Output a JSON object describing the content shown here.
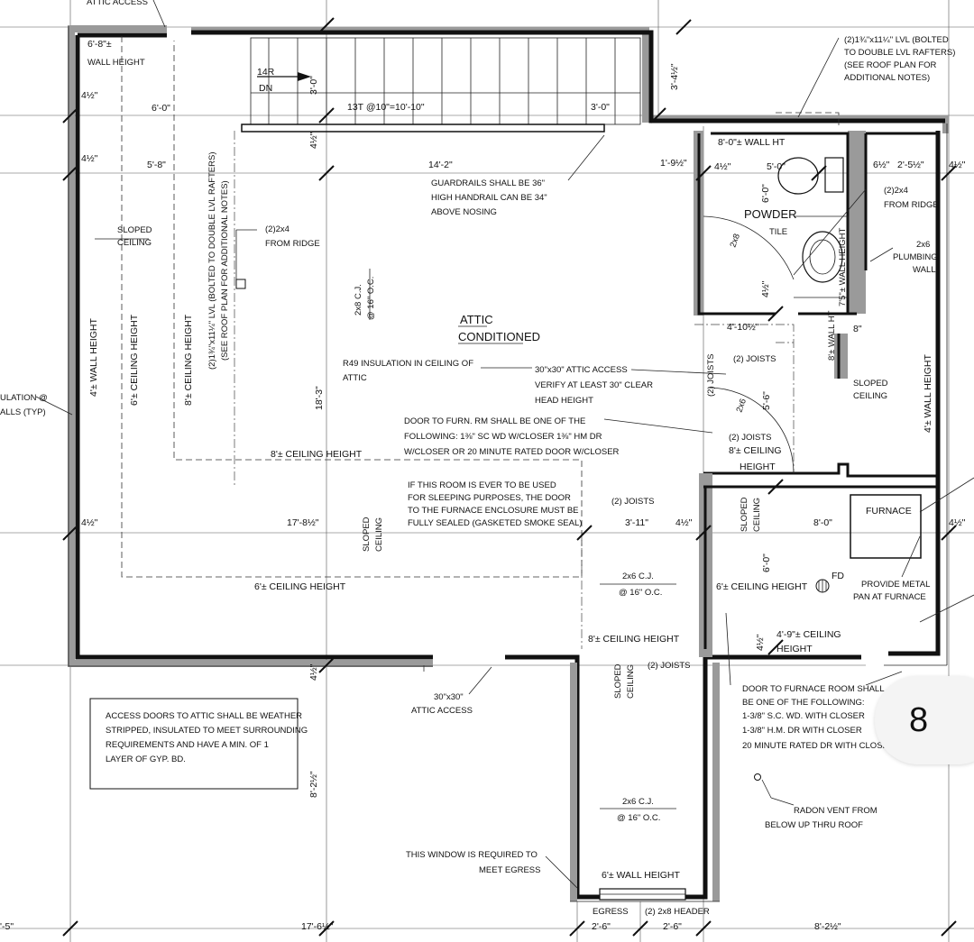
{
  "page_badge": "8",
  "labels": {
    "attic_access_top": "ATTIC ACCESS",
    "wall_height_68": "6'-8\"±",
    "wall_height_68b": "WALL HEIGHT",
    "stair_14r": "14R",
    "stair_dn": "DN",
    "stair_3_0": "3'-0\"",
    "stair_13t": "13T @10\"=10'-10\"",
    "dim_6_0_top": "6'-0\"",
    "dim_3_0_top": "3'-0\"",
    "dim_3_4_5": "3'-4½\"",
    "lvl_note_1": "(2)1¾\"x11¼\" LVL (BOLTED",
    "lvl_note_2": "TO DOUBLE LVL RAFTERS)",
    "lvl_note_3": "(SEE ROOF PLAN FOR",
    "lvl_note_4": "ADDITIONAL NOTES)",
    "dim_4_5_left": "4½\"",
    "dim_4_5_left2": "4½\"",
    "dim_5_8": "5'-8\"",
    "dim_14_2": "14'-2\"",
    "dim_1_9_5": "1'-9½\"",
    "wall_ht_8": "8'-0\"± WALL HT",
    "dim_4_5_pw": "4½\"",
    "dim_5_0": "5'-0\"",
    "dim_6_2": "6½\"",
    "dim_2_5": "2'-5½\"",
    "dim_4_5_r": "4½\"",
    "guardrails_1": "GUARDRAILS SHALL BE 36\"",
    "guardrails_2": "HIGH HANDRAIL CAN BE 34\"",
    "guardrails_3": "ABOVE NOSING",
    "ridge_2x4_right_1": "(2)2x4",
    "ridge_2x4_right_2": "FROM RIDGE",
    "powder": "POWDER",
    "tile": "TILE",
    "sloped_ceiling_left_1": "SLOPED",
    "sloped_ceiling_left_2": "CEILING",
    "ridge_2x4_left_1": "(2)2x4",
    "ridge_2x4_left_2": "FROM RIDGE",
    "plumbing_1": "2x6",
    "plumbing_2": "PLUMBING",
    "plumbing_3": "WALL",
    "vertical_lvl_1": "(2)1¾\"x11¼\" LVL (BOLTED TO DOUBLE LVL RAFTERS)",
    "vertical_lvl_2": "(SEE ROOF PLAN FOR ADDITIONAL NOTES)",
    "cj_2x8": "2x8 C.J.",
    "cj_2x8_oc": "@ 16\" O.C.",
    "attic": "ATTIC",
    "conditioned": "CONDITIONED",
    "wall_4_height_left": "4'± WALL HEIGHT",
    "ceiling_6_left": "6'± CEILING HEIGHT",
    "ceiling_8_left": "8'± CEILING HEIGHT",
    "dim_4_10": "4'-10½\"",
    "wall_ht_8_small": "8'± WALL HT",
    "dim_8": "8\"",
    "r49_1": "R49 INSULATION IN CEILING OF",
    "r49_2": "ATTIC",
    "attic_access_30_1": "30\"x30\" ATTIC ACCESS",
    "attic_access_30_2": "VERIFY AT LEAST 30\" CLEAR",
    "attic_access_30_3": "HEAD HEIGHT",
    "joists_2_v": "(2) JOISTS",
    "joists_2_a": "(2) JOISTS",
    "dim_18_3": "18'-3\"",
    "dim_5_6": "5'-6\"",
    "sloped_ceiling_right_1": "SLOPED",
    "sloped_ceiling_right_2": "CEILING",
    "wall_4_height_right": "4'± WALL HEIGHT",
    "insulation_1": "ULATION @",
    "insulation_2": "ALLS (TYP)",
    "door_furn_1": "DOOR TO FURN. RM SHALL BE ONE OF THE",
    "door_furn_2": "FOLLOWING: 1⅜\" SC WD W/CLOSER 1⅜\" HM DR",
    "door_furn_3": "W/CLOSER OR 20 MINUTE RATED DOOR W/CLOSER",
    "joists_2_b": "(2) JOISTS",
    "ceiling_8_mid": "8'± CEILING",
    "height_mid": "HEIGHT",
    "ceiling_8_attic": "8'± CEILING HEIGHT",
    "sleeping_1": "IF THIS ROOM IS EVER TO BE USED",
    "sleeping_2": "FOR SLEEPING PURPOSES, THE DOOR",
    "sleeping_3": "TO THE FURNACE ENCLOSURE MUST BE",
    "sleeping_4": "FULLY SEALED (GASKETED SMOKE SEAL)",
    "joists_2_c": "(2) JOISTS",
    "dim_3_11": "3'-11\"",
    "dim_4_5_f": "4½\"",
    "sloped_ceiling_f_1": "SLOPED",
    "sloped_ceiling_f_2": "CEILING",
    "furnace": "FURNACE",
    "dim_4_5_left3": "4½\"",
    "dim_17_8": "17'-8½\"",
    "sloped_ceiling_mid_1": "SLOPED",
    "sloped_ceiling_mid_2": "CEILING",
    "dim_8_0": "8'-0\"",
    "dim_4_5_fr": "4½\"",
    "dim_6_0_f": "6'-0\"",
    "cj_2x6_a": "2x6 C.J.",
    "cj_2x6_a_oc": "@ 16\" O.C.",
    "fd": "FD",
    "metal_pan_1": "PROVIDE METAL",
    "metal_pan_2": "PAN AT FURNACE",
    "ceiling_6_bottom": "6'± CEILING HEIGHT",
    "ceiling_6_f": "6'± CEILING HEIGHT",
    "ceiling_4_9_1": "4'-9\"± CEILING",
    "ceiling_4_9_2": "HEIGHT",
    "ceiling_8_hall": "8'± CEILING HEIGHT",
    "joists_2_d": "(2) JOISTS",
    "sloped_ceiling_hall_1": "SLOPED",
    "sloped_ceiling_hall_2": "CEILING",
    "dim_4_5_b": "4½\"",
    "dim_4_5_b2": "4½\"",
    "attic_access_bottom_1": "30\"x30\"",
    "attic_access_bottom_2": "ATTIC ACCESS",
    "door_furnace_1": "DOOR TO FURNACE ROOM SHALL",
    "door_furnace_2": "BE ONE OF THE FOLLOWING:",
    "door_furnace_3": "1-3/8\" S.C. WD. WITH CLOSER",
    "door_furnace_4": "1-3/8\" H.M. DR WITH CLOSER",
    "door_furnace_5": "20 MINUTE RATED DR WITH CLOSE",
    "access_doors_1": "ACCESS DOORS TO ATTIC SHALL BE WEATHER",
    "access_doors_2": "STRIPPED, INSULATED TO MEET SURROUNDING",
    "access_doors_3": "REQUIREMENTS AND HAVE A MIN. OF 1",
    "access_doors_4": "LAYER OF GYP. BD.",
    "dim_8_2": "8'-2½\"",
    "radon_1": "RADON VENT FROM",
    "radon_2": "BELOW UP THRU ROOF",
    "cj_2x6_b": "2x6 C.J.",
    "cj_2x6_b_oc": "@ 16\" O.C.",
    "window_egress_1": "THIS WINDOW IS REQUIRED TO",
    "window_egress_2": "MEET EGRESS",
    "wall_height_6": "6'± WALL HEIGHT",
    "egress": "EGRESS",
    "header": "(2) 2x8 HEADER",
    "dim_2_6_a": "2'-6\"",
    "dim_2_6_b": "2'-6\"",
    "dim_17_6": "17'-6½\"",
    "dim_8_2_bottom": "8'-2½\"",
    "dim_5_left": "'-5\"",
    "dim_2x8_diag": "2x8",
    "dim_2x6_diag": "2x6",
    "dim_6_0_pw": "6'-0\"",
    "dim_7_5": "7'5\"± WALL HEIGHT",
    "dim_4_5_pw2": "4½\"",
    "dim_4_5_mid": "4½\""
  },
  "icons": [
    "stair-arrow-icon",
    "toilet-icon",
    "sink-icon",
    "floor-drain-icon",
    "radon-vent-icon"
  ]
}
